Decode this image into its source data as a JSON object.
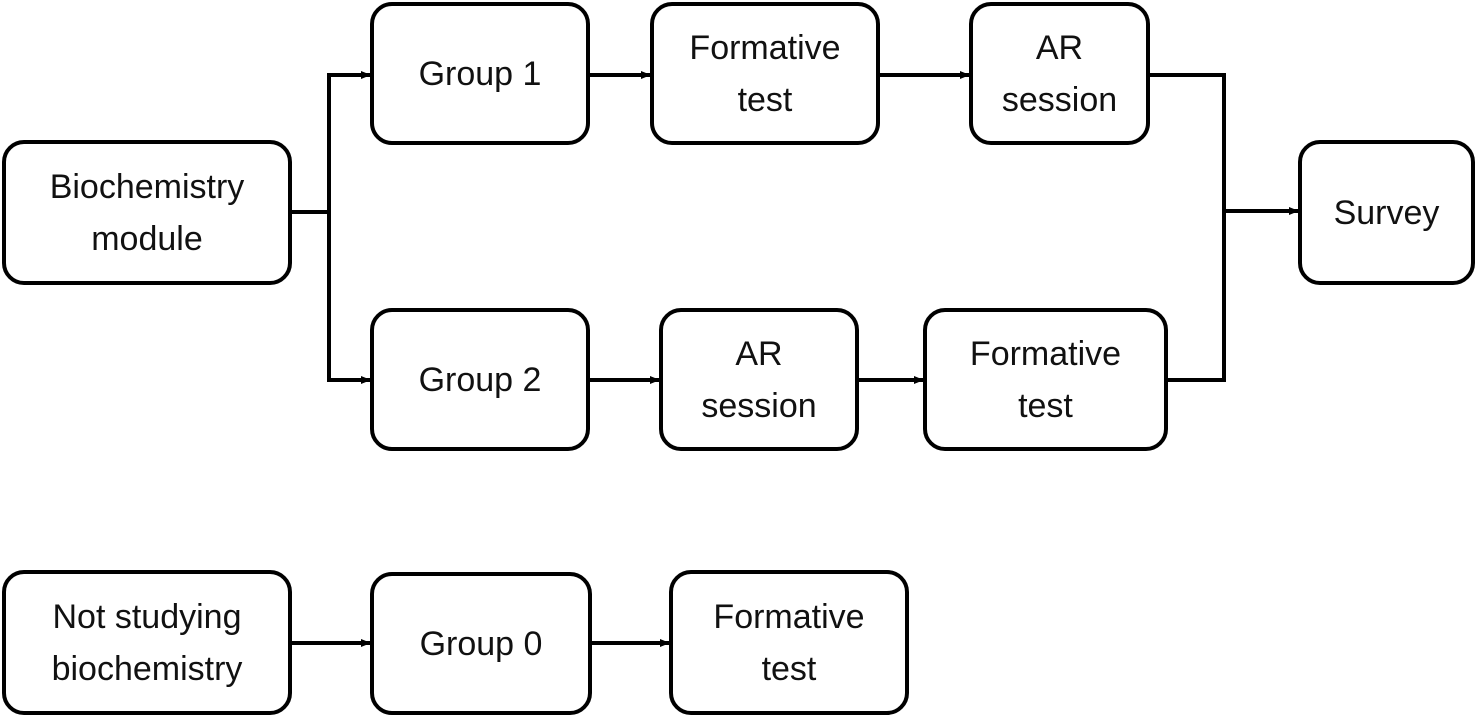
{
  "nodes": {
    "biochemistry_module": {
      "line1": "Biochemistry",
      "line2": "module"
    },
    "group1": {
      "label": "Group 1"
    },
    "g1_formative": {
      "line1": "Formative",
      "line2": "test"
    },
    "g1_ar": {
      "line1": "AR",
      "line2": "session"
    },
    "survey": {
      "label": "Survey"
    },
    "group2": {
      "label": "Group 2"
    },
    "g2_ar": {
      "line1": "AR",
      "line2": "session"
    },
    "g2_formative": {
      "line1": "Formative",
      "line2": "test"
    },
    "not_studying": {
      "line1": "Not studying",
      "line2": "biochemistry"
    },
    "group0": {
      "label": "Group 0"
    },
    "g0_formative": {
      "line1": "Formative",
      "line2": "test"
    }
  },
  "edges": [
    {
      "from": "Biochemistry module",
      "to": "Group 1"
    },
    {
      "from": "Biochemistry module",
      "to": "Group 2"
    },
    {
      "from": "Group 1",
      "to": "Formative test"
    },
    {
      "from": "Formative test",
      "to": "AR session"
    },
    {
      "from": "AR session",
      "to": "Survey"
    },
    {
      "from": "Group 2",
      "to": "AR session"
    },
    {
      "from": "AR session",
      "to": "Formative test"
    },
    {
      "from": "Formative test",
      "to": "Survey"
    },
    {
      "from": "Not studying biochemistry",
      "to": "Group 0"
    },
    {
      "from": "Group 0",
      "to": "Formative test"
    }
  ]
}
